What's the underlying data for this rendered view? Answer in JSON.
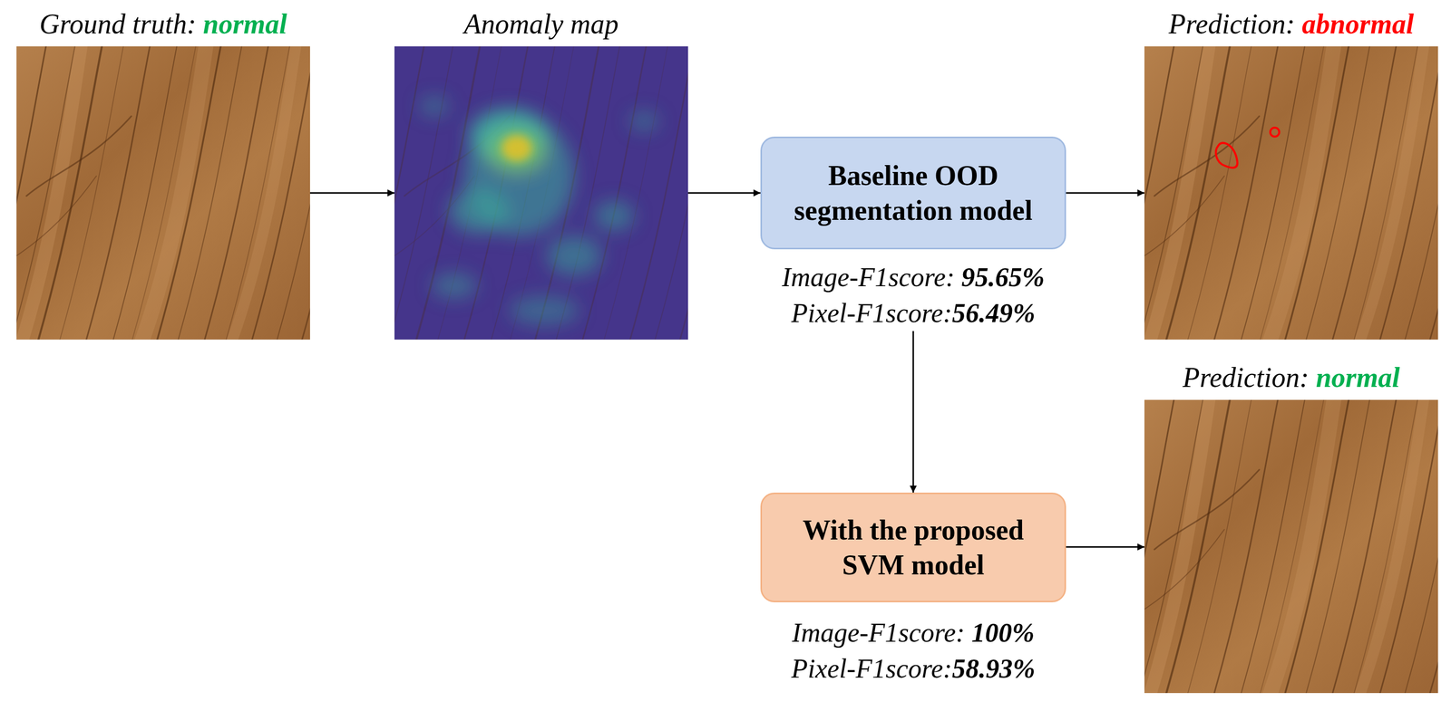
{
  "diagram": {
    "nodes": [
      {
        "text": [
          "Ground truth:",
          "normal"
        ]
      },
      {
        "text": [
          "Anomaly map"
        ]
      },
      {
        "text": [
          "Baseline OOD segmentation model",
          "Image-F1score:",
          "95.65%",
          "Pixel-F1score:",
          "56.49%"
        ]
      },
      {
        "text": [
          "Prediction:",
          "abnormal"
        ]
      },
      {
        "text": [
          "With the proposed SVM model",
          "Image-F1score:",
          "100%",
          "Pixel-F1score:",
          "58.93%"
        ]
      },
      {
        "text": [
          "Prediction:",
          "normal"
        ]
      }
    ],
    "edges": [
      {
        "from": 0,
        "to": 1,
        "arrow": "to"
      },
      {
        "from": 1,
        "to": 2,
        "arrow": "to"
      },
      {
        "from": 2,
        "to": 3,
        "arrow": "to"
      },
      {
        "from": 2,
        "to": 4,
        "arrow": "to"
      },
      {
        "from": 4,
        "to": 5,
        "arrow": "to"
      }
    ]
  }
}
